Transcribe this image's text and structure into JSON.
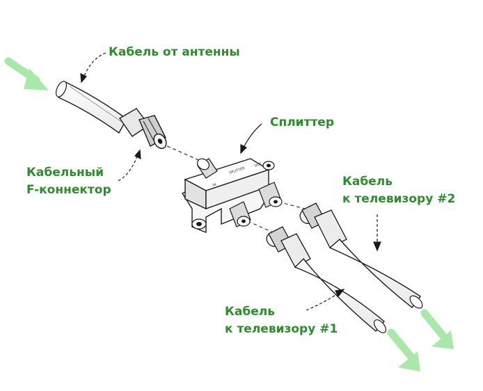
{
  "labels": {
    "antenna_cable": "Кабель от антенны",
    "splitter": "Сплиттер",
    "f_connector_line1": "Кабельный",
    "f_connector_line2": "F-коннектор",
    "tv2_line1": "Кабель",
    "tv2_line2": "к телевизору #2",
    "tv1_line1": "Кабель",
    "tv1_line2": "к телевизору #1"
  },
  "splitter_markings": {
    "model": "SPLITTER",
    "in": "IN",
    "out": "OUT"
  },
  "colors": {
    "label_text": "#2e8b2e",
    "arrow": "#a9e8a9",
    "line": "#1a1a1a"
  }
}
